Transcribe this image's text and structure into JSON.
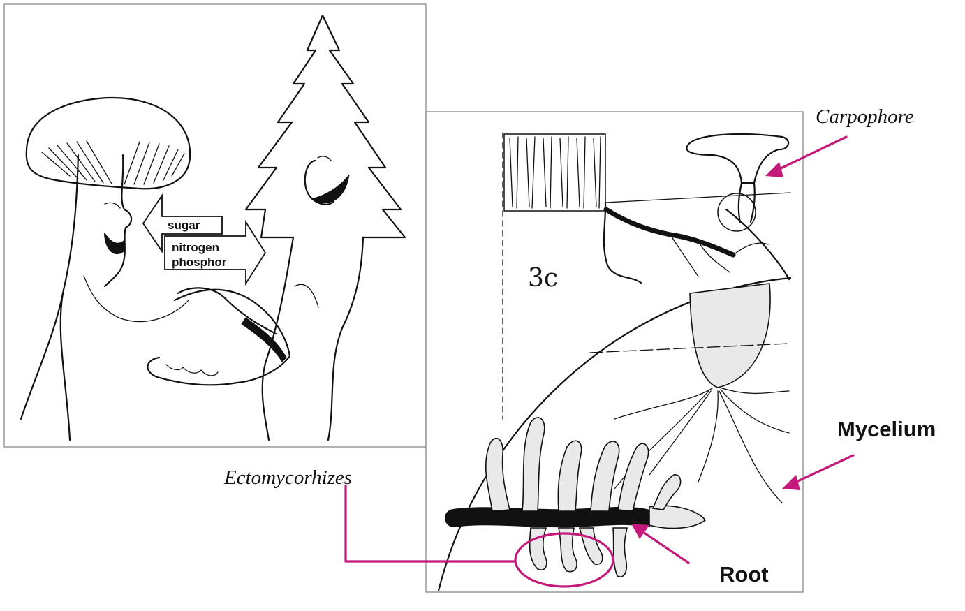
{
  "cartoon": {
    "arrow_left_label": "sugar",
    "arrow_right_line1": "nitrogen",
    "arrow_right_line2": "phosphor"
  },
  "illustration": {
    "panel_mark": "3c"
  },
  "labels": {
    "carpophore": "Carpophore",
    "mycelium": "Mycelium",
    "ectomycorhizes": "Ectomycorhizes",
    "root": "Root"
  },
  "colors": {
    "accent": "#c3197a",
    "ink": "#111111"
  }
}
